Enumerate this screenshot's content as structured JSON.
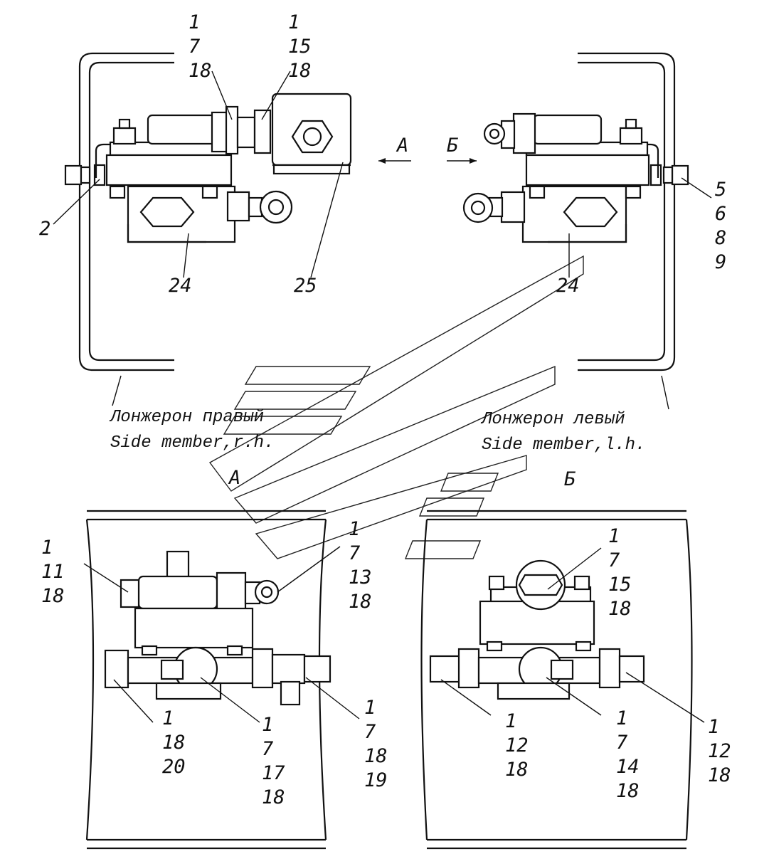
{
  "captions": {
    "right_ru": "Лонжерон правый",
    "right_en": "Side member,r.h.",
    "left_ru": "Лонжерон левый",
    "left_en": "Side member,l.h."
  },
  "views": {
    "arrow_a": "А",
    "arrow_b": "Б",
    "title_a": "А",
    "title_b": "Б"
  },
  "callouts": {
    "top_left_1": [
      "1",
      "7",
      "18"
    ],
    "top_left_2": [
      "1",
      "15",
      "18"
    ],
    "label_2": [
      "2"
    ],
    "label_24_left": [
      "24"
    ],
    "label_25": [
      "25"
    ],
    "label_24_right": [
      "24"
    ],
    "right_side": [
      "5",
      "6",
      "8",
      "9"
    ],
    "a_left": [
      "1",
      "11",
      "18"
    ],
    "a_top_right": [
      "1",
      "7",
      "13",
      "18"
    ],
    "a_bottom_1": [
      "1",
      "18",
      "20"
    ],
    "a_bottom_2": [
      "1",
      "7",
      "17",
      "18"
    ],
    "a_bottom_3": [
      "1",
      "7",
      "18",
      "19"
    ],
    "b_top": [
      "1",
      "7",
      "15",
      "18"
    ],
    "b_bottom_1": [
      "1",
      "12",
      "18"
    ],
    "b_bottom_2": [
      "1",
      "7",
      "14",
      "18"
    ],
    "b_bottom_3": [
      "1",
      "12",
      "18"
    ]
  }
}
